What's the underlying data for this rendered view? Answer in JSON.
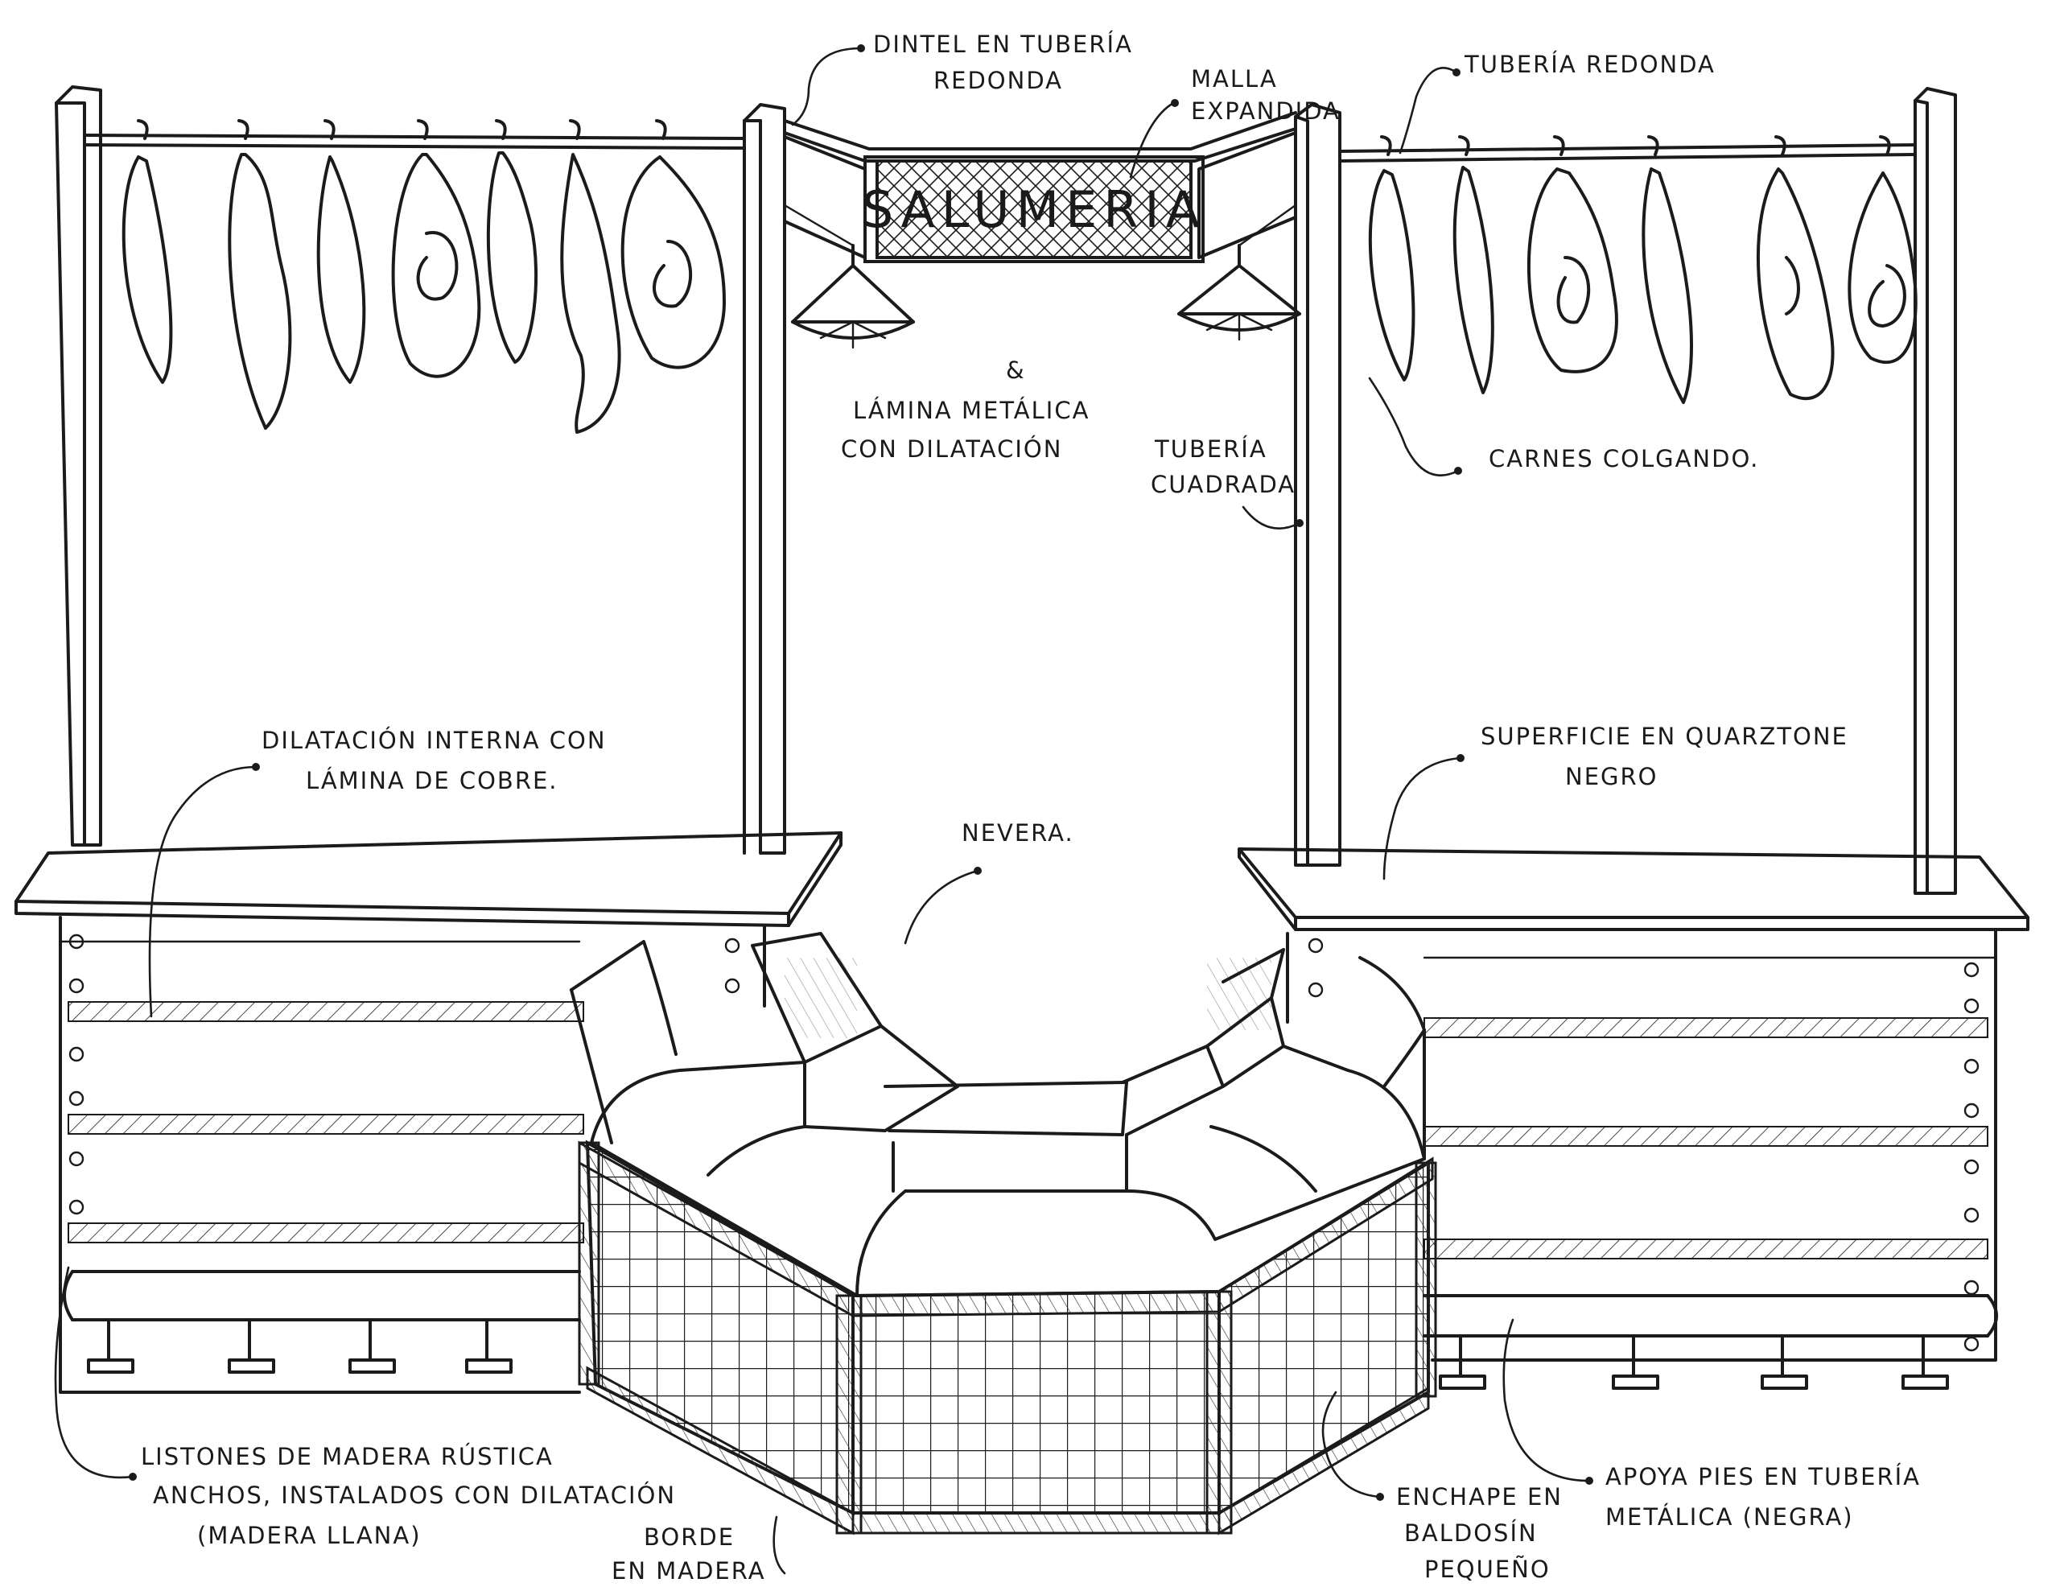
{
  "sign": {
    "text": "SALUMERIA"
  },
  "annotations": {
    "dintel": [
      "DINTEL EN TUBERÍA",
      "REDONDA"
    ],
    "malla": [
      "MALLA",
      "EXPANDIDA"
    ],
    "tuberia_redonda": "TUBERÍA REDONDA",
    "lamina_metalica": [
      "&",
      "LÁMINA METÁLICA",
      "CON DILATACIÓN"
    ],
    "tuberia_cuadrada": [
      "TUBERÍA",
      "CUADRADA"
    ],
    "carnes": "CARNES COLGANDO.",
    "dilatacion": [
      "DILATACIÓN INTERNA CON",
      "LÁMINA DE COBRE."
    ],
    "superficie": [
      "SUPERFICIE EN QUARZTONE",
      "NEGRO"
    ],
    "nevera": "NEVERA.",
    "listones": [
      "LISTONES DE MADERA RÚSTICA",
      "ANCHOS, INSTALADOS CON DILATACIÓN",
      "(MADERA LLANA)"
    ],
    "borde": [
      "BORDE",
      "EN MADERA"
    ],
    "enchape": [
      "ENCHAPE EN",
      "BALDOSÍN",
      "PEQUEÑO"
    ],
    "apoya": [
      "APOYA PIES EN TUBERÍA",
      "METÁLICA (NEGRA)"
    ]
  }
}
